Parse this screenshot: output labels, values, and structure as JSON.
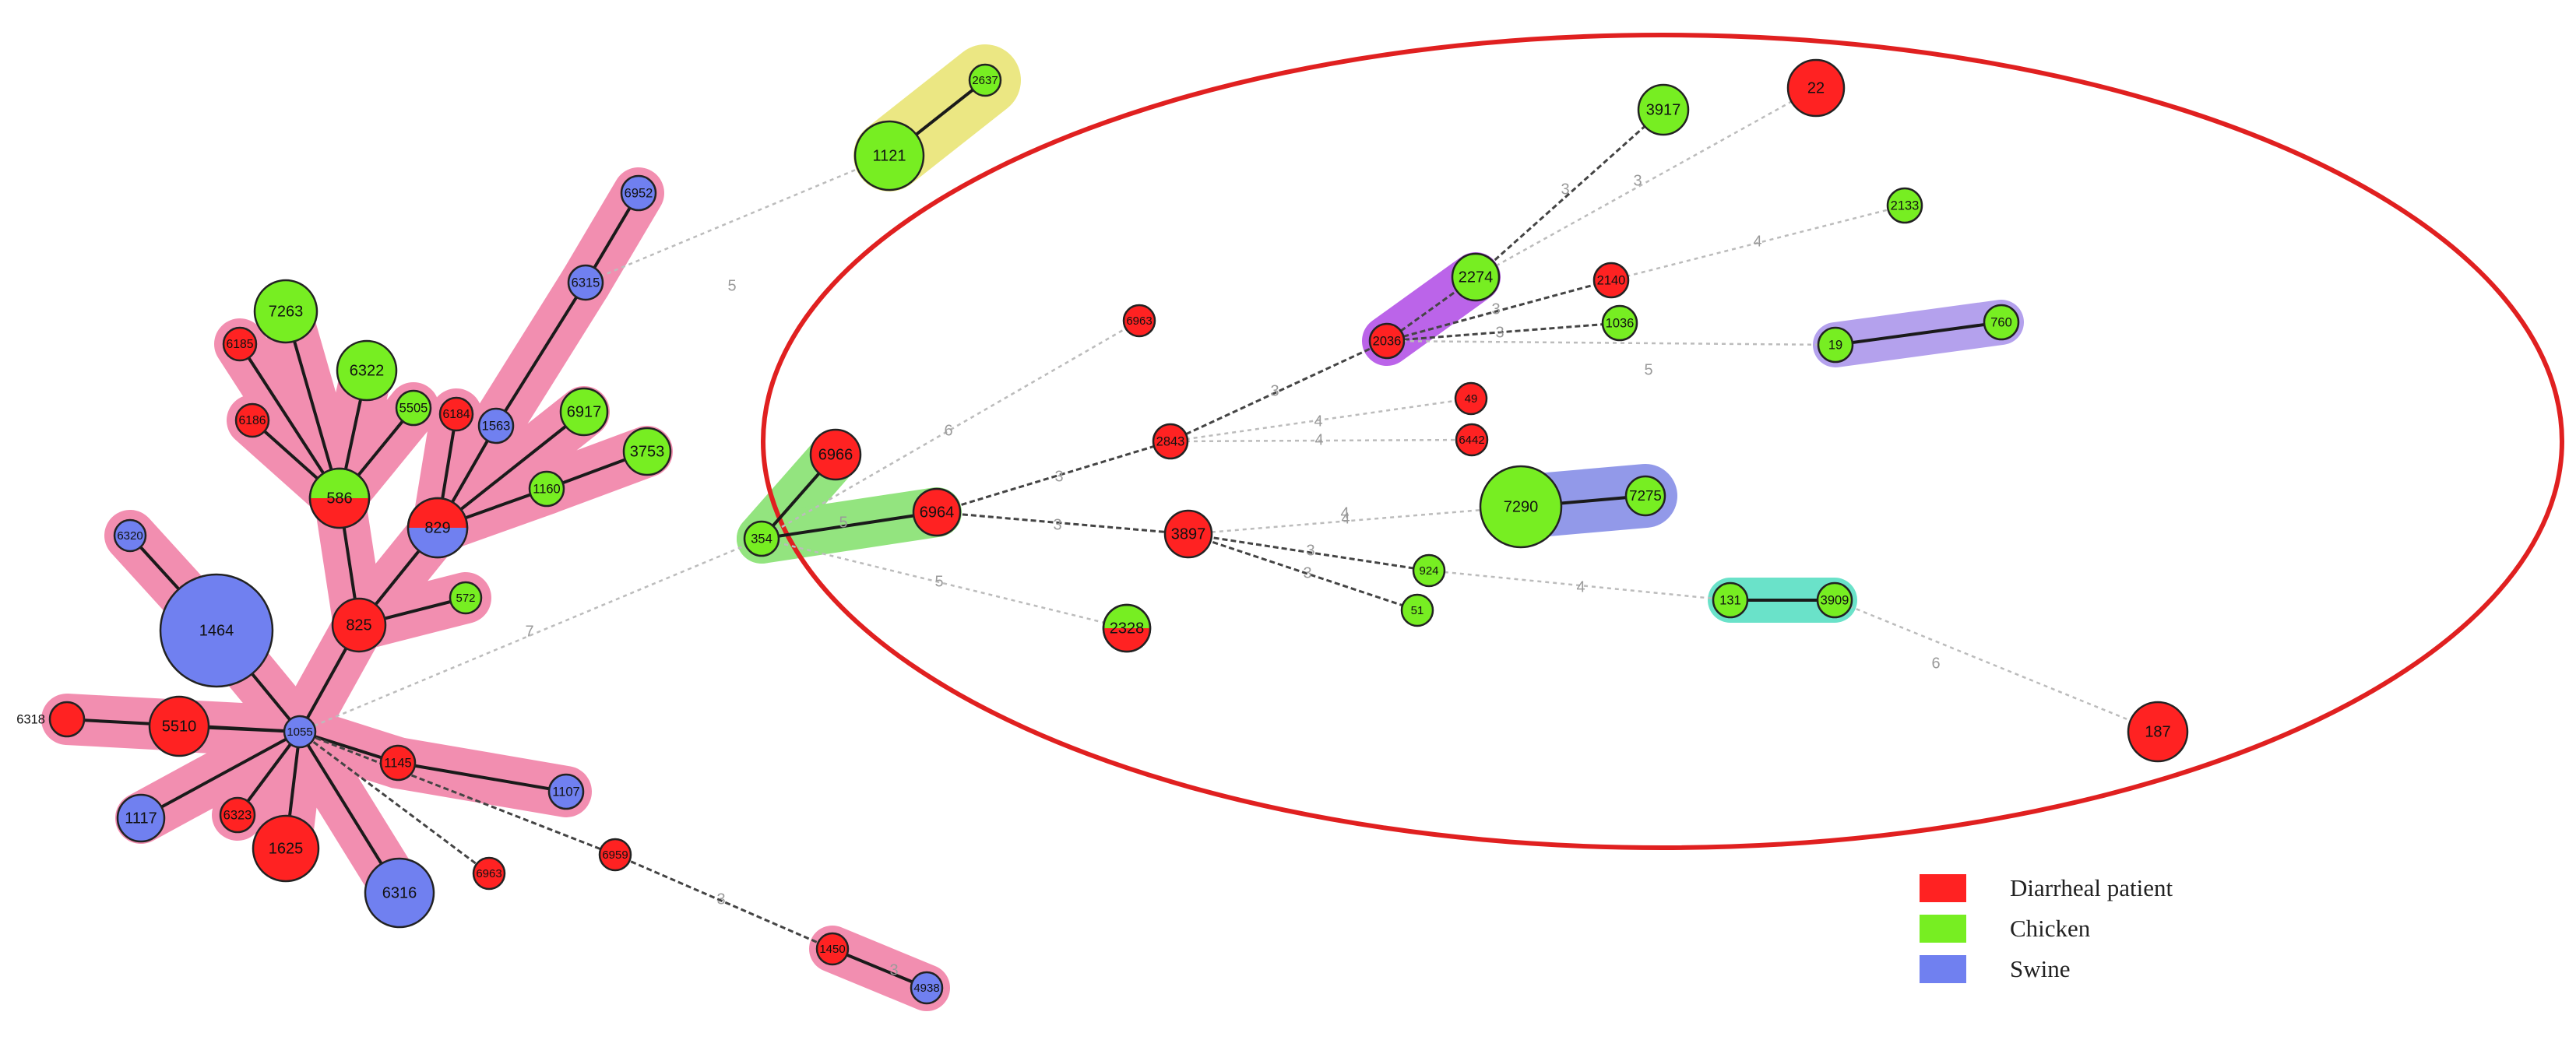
{
  "colors": {
    "diarrheal_patient": "#ff2222",
    "chicken": "#77ee22",
    "swine": "#7080f0",
    "highlight_ellipse": "#e02020"
  },
  "legend": [
    {
      "key": "diarrheal_patient",
      "label": "Diarrheal patient"
    },
    {
      "key": "chicken",
      "label": "Chicken"
    },
    {
      "key": "swine",
      "label": "Swine"
    }
  ],
  "nodes": [
    {
      "id": "1055",
      "color": "swine"
    },
    {
      "id": "6318",
      "color": "diarrheal_patient"
    },
    {
      "id": "5510",
      "color": "diarrheal_patient"
    },
    {
      "id": "1464",
      "color": "swine"
    },
    {
      "id": "6320",
      "color": "swine"
    },
    {
      "id": "1117",
      "color": "swine"
    },
    {
      "id": "6323",
      "color": "diarrheal_patient"
    },
    {
      "id": "1625",
      "color": "diarrheal_patient"
    },
    {
      "id": "6316",
      "color": "swine"
    },
    {
      "id": "6963",
      "color": "diarrheal_patient"
    },
    {
      "id": "1145",
      "color": "diarrheal_patient"
    },
    {
      "id": "1107",
      "color": "swine"
    },
    {
      "id": "6959",
      "color": "diarrheal_patient"
    },
    {
      "id": "1450",
      "color": "diarrheal_patient"
    },
    {
      "id": "4938",
      "color": "swine"
    },
    {
      "id": "825",
      "color": "diarrheal_patient"
    },
    {
      "id": "586",
      "color": "chicken"
    },
    {
      "id": "6186",
      "color": "diarrheal_patient"
    },
    {
      "id": "6185",
      "color": "diarrheal_patient"
    },
    {
      "id": "7263",
      "color": "chicken"
    },
    {
      "id": "6322",
      "color": "chicken"
    },
    {
      "id": "5505",
      "color": "chicken"
    },
    {
      "id": "829",
      "color": "diarrheal_patient"
    },
    {
      "id": "6184",
      "color": "diarrheal_patient"
    },
    {
      "id": "1563",
      "color": "swine"
    },
    {
      "id": "6315",
      "color": "swine"
    },
    {
      "id": "6952",
      "color": "swine"
    },
    {
      "id": "6917",
      "color": "chicken"
    },
    {
      "id": "1160",
      "color": "chicken"
    },
    {
      "id": "3753",
      "color": "chicken"
    },
    {
      "id": "572",
      "color": "chicken"
    },
    {
      "id": "1121",
      "color": "chicken"
    },
    {
      "id": "2637",
      "color": "chicken"
    },
    {
      "id": "354",
      "color": "chicken"
    },
    {
      "id": "6966",
      "color": "diarrheal_patient"
    },
    {
      "id": "6964",
      "color": "diarrheal_patient"
    },
    {
      "id": "2328",
      "color": "chicken"
    },
    {
      "id": "6963",
      "color": "diarrheal_patient"
    },
    {
      "id": "2843",
      "color": "diarrheal_patient"
    },
    {
      "id": "3897",
      "color": "diarrheal_patient"
    },
    {
      "id": "2036",
      "color": "diarrheal_patient"
    },
    {
      "id": "2274",
      "color": "chicken"
    },
    {
      "id": "3917",
      "color": "chicken"
    },
    {
      "id": "22",
      "color": "diarrheal_patient"
    },
    {
      "id": "2140",
      "color": "diarrheal_patient"
    },
    {
      "id": "1036",
      "color": "chicken"
    },
    {
      "id": "2133",
      "color": "chicken"
    },
    {
      "id": "49",
      "color": "diarrheal_patient"
    },
    {
      "id": "6442",
      "color": "diarrheal_patient"
    },
    {
      "id": "19",
      "color": "chicken"
    },
    {
      "id": "760",
      "color": "chicken"
    },
    {
      "id": "7290",
      "color": "chicken"
    },
    {
      "id": "7275",
      "color": "chicken"
    },
    {
      "id": "924",
      "color": "chicken"
    },
    {
      "id": "51",
      "color": "chicken"
    },
    {
      "id": "131",
      "color": "chicken"
    },
    {
      "id": "3909",
      "color": "chicken"
    },
    {
      "id": "187",
      "color": "diarrheal_patient"
    }
  ],
  "edge_labels": [
    "5",
    "7",
    "6",
    "5",
    "3",
    "3",
    "3",
    "4",
    "4",
    "3",
    "3",
    "3",
    "3",
    "5",
    "4",
    "4",
    "5",
    "4",
    "3",
    "3",
    "4",
    "6",
    "3",
    "3"
  ]
}
